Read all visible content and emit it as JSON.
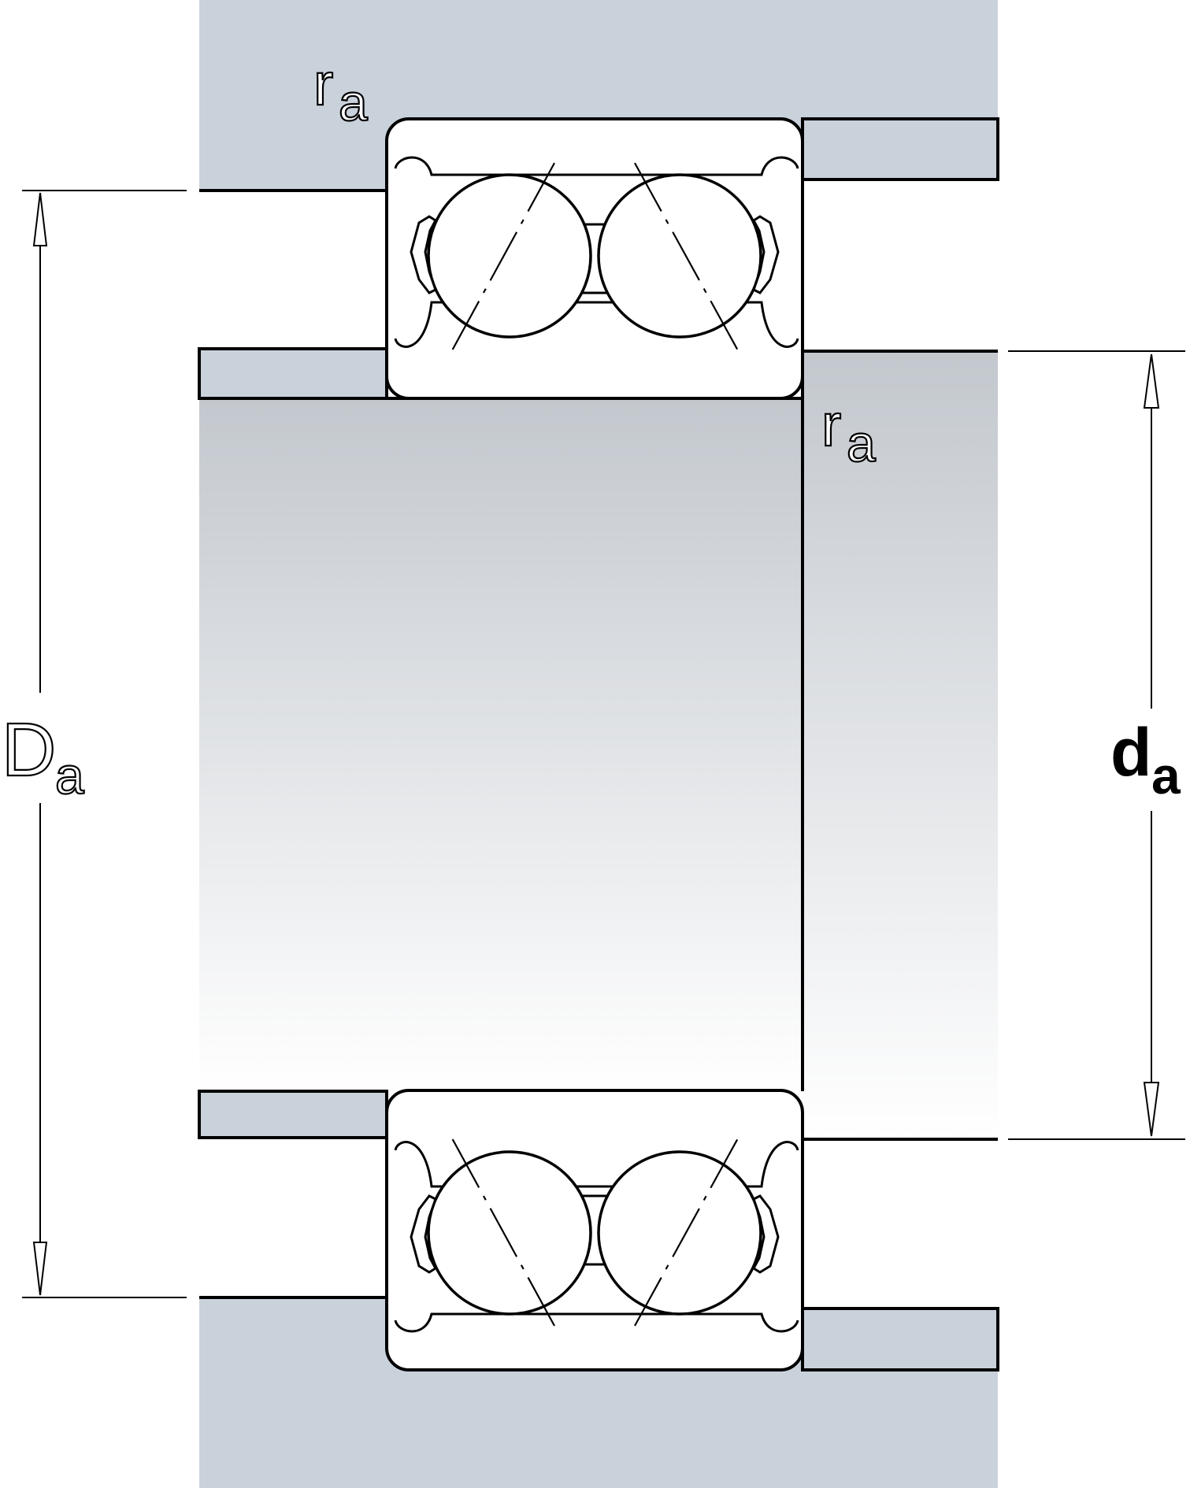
{
  "labels": {
    "ra_top": {
      "main": "r",
      "sub": "a"
    },
    "ra_mid": {
      "main": "r",
      "sub": "a"
    },
    "Da": {
      "main": "D",
      "sub": "a"
    },
    "da": {
      "main": "d",
      "sub": "a"
    }
  },
  "colors": {
    "housing": "#c9d1db",
    "shaft_gradient_top": "#c3c8ce",
    "shaft_gradient_bottom": "#ffffff",
    "outline": "#000000",
    "bearing_fill": "#ffffff"
  }
}
